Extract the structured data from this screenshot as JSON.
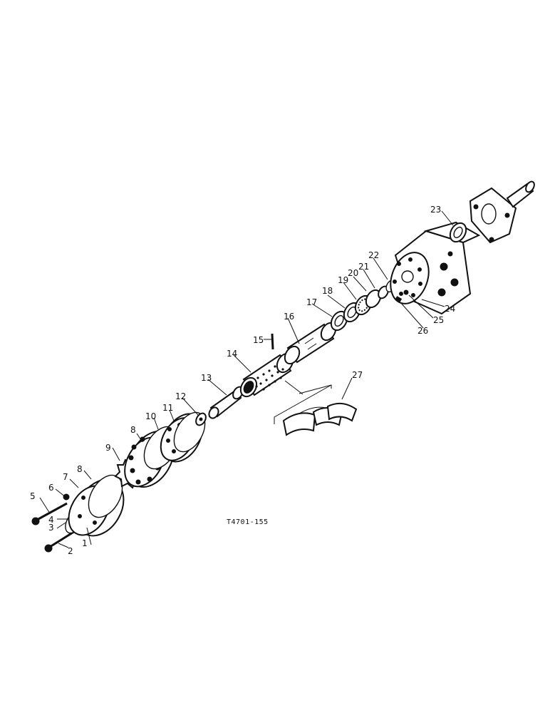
{
  "diagram": {
    "code": "T4701-155",
    "callouts": [
      {
        "id": "1",
        "text": "1"
      },
      {
        "id": "2",
        "text": "2"
      },
      {
        "id": "3",
        "text": "3"
      },
      {
        "id": "4",
        "text": "4"
      },
      {
        "id": "5",
        "text": "5"
      },
      {
        "id": "6",
        "text": "6"
      },
      {
        "id": "7",
        "text": "7"
      },
      {
        "id": "8a",
        "text": "8"
      },
      {
        "id": "8b",
        "text": "8"
      },
      {
        "id": "9",
        "text": "9"
      },
      {
        "id": "10",
        "text": "10"
      },
      {
        "id": "11",
        "text": "11"
      },
      {
        "id": "12",
        "text": "12"
      },
      {
        "id": "13",
        "text": "13"
      },
      {
        "id": "14",
        "text": "14"
      },
      {
        "id": "15",
        "text": "15"
      },
      {
        "id": "16",
        "text": "16"
      },
      {
        "id": "17",
        "text": "17"
      },
      {
        "id": "18",
        "text": "18"
      },
      {
        "id": "19",
        "text": "19"
      },
      {
        "id": "20",
        "text": "20"
      },
      {
        "id": "21",
        "text": "21"
      },
      {
        "id": "22",
        "text": "22"
      },
      {
        "id": "23",
        "text": "23"
      },
      {
        "id": "24",
        "text": "24"
      },
      {
        "id": "25",
        "text": "25"
      },
      {
        "id": "26",
        "text": "26"
      },
      {
        "id": "27",
        "text": "27"
      }
    ]
  }
}
